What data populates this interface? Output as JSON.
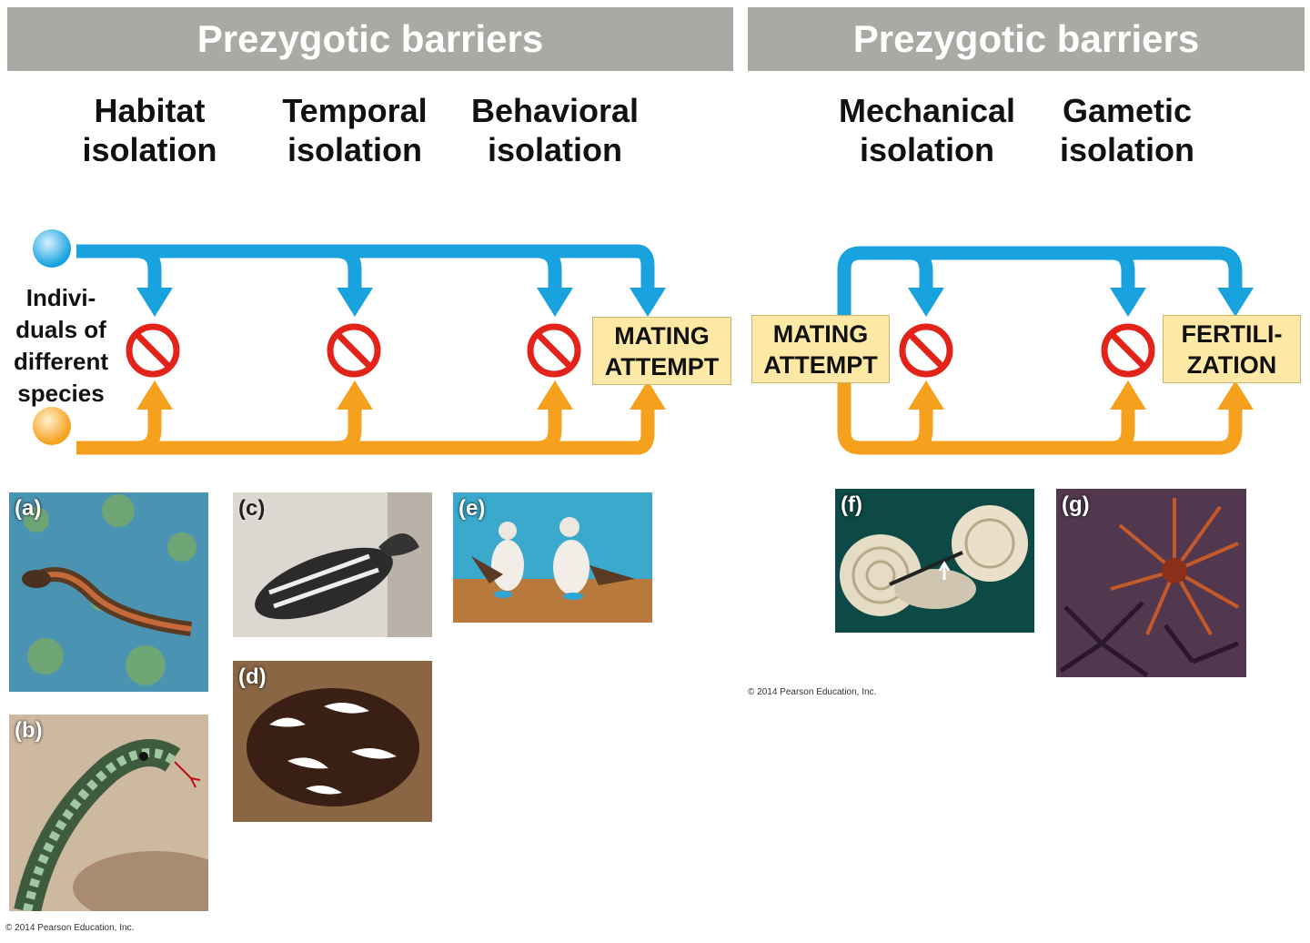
{
  "banners": {
    "left": "Prezygotic barriers",
    "right": "Prezygotic barriers"
  },
  "headings": {
    "habitat": [
      "Habitat",
      "isolation"
    ],
    "temporal": [
      "Temporal",
      "isolation"
    ],
    "behavioral": [
      "Behavioral",
      "isolation"
    ],
    "mechanical": [
      "Mechanical",
      "isolation"
    ],
    "gametic": [
      "Gametic",
      "isolation"
    ]
  },
  "species_label": [
    "Indivi-",
    "duals of",
    "different",
    "species"
  ],
  "outcomes": {
    "mating_left": [
      "MATING",
      "ATTEMPT"
    ],
    "mating_right": [
      "MATING",
      "ATTEMPT"
    ],
    "fertilization": [
      "FERTILI-",
      "ZATION"
    ]
  },
  "photos": {
    "a": "(a)",
    "b": "(b)",
    "c": "(c)",
    "d": "(d)",
    "e": "(e)",
    "f": "(f)",
    "g": "(g)"
  },
  "credits": {
    "left": "© 2014 Pearson Education, Inc.",
    "right": "© 2014 Pearson Education, Inc."
  },
  "colors": {
    "blue": "#19a3de",
    "orange": "#f5a11e",
    "red": "#e2231a",
    "banner": "#a9aaa3",
    "box": "#fde9a5"
  }
}
